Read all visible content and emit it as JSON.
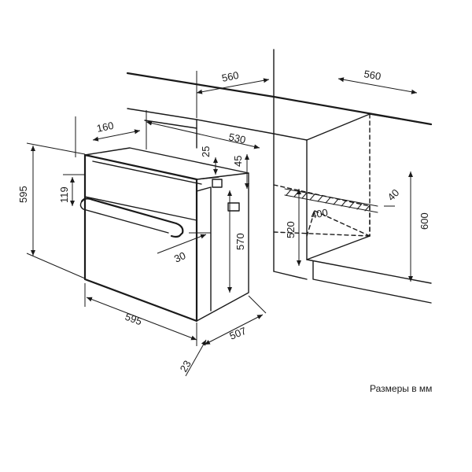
{
  "dimensions": {
    "cabinet_width_top": "560",
    "niche_width_top": "560",
    "depth_160": "160",
    "depth_530": "530",
    "offset_25": "25",
    "offset_45": "45",
    "height_595": "595",
    "height_119": "119",
    "height_570": "570",
    "handle_30": "30",
    "width_595": "595",
    "depth_507": "507",
    "thickness_23": "23",
    "niche_height_520": "520",
    "niche_height_600": "600",
    "vent_400": "400",
    "vent_40": "40"
  },
  "note": "Размеры в мм"
}
